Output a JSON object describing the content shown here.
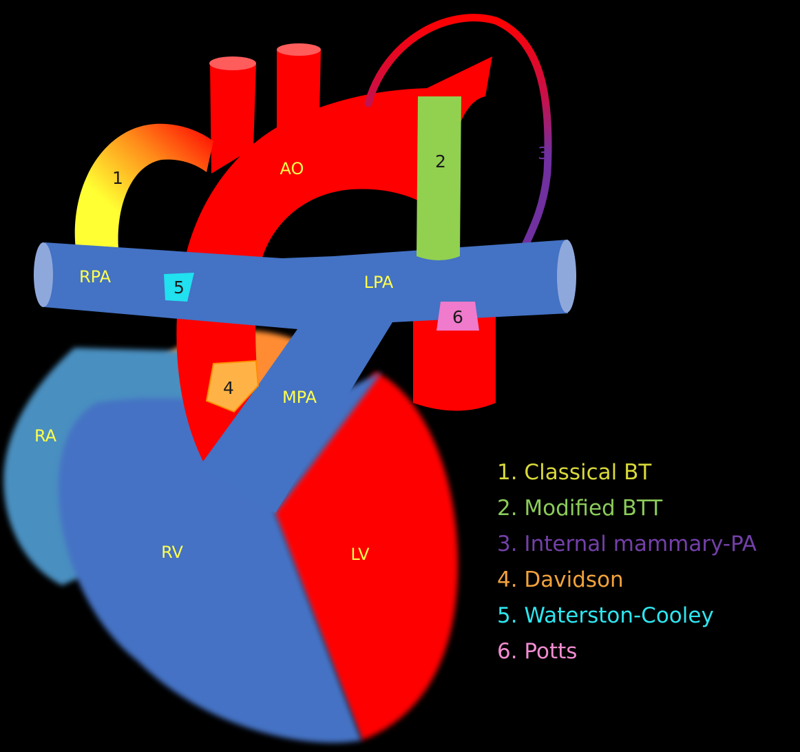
{
  "labels": {
    "ao": "AO",
    "rpa": "RPA",
    "lpa": "LPA",
    "mpa": "MPA",
    "ra": "RA",
    "rv": "RV",
    "lv": "LV"
  },
  "markers": {
    "m1": "1",
    "m2": "2",
    "m3": "3",
    "m4": "4",
    "m5": "5",
    "m6": "6"
  },
  "legend": [
    {
      "text": "1. Classical BT",
      "color": "#d9d93a"
    },
    {
      "text": "2. Modified BTT",
      "color": "#8ccc5a"
    },
    {
      "text": "3. Internal mammary-PA",
      "color": "#7340a8"
    },
    {
      "text": "4. Davidson",
      "color": "#f2a33c"
    },
    {
      "text": "5. Waterston-Cooley",
      "color": "#2ee6f0"
    },
    {
      "text": "6. Potts",
      "color": "#f08cd0"
    }
  ],
  "colors": {
    "aorta": "#ff0000",
    "pulmonary": "#4472c4",
    "atrium": "#4a8fc0",
    "label_text": "#ffff4d"
  }
}
